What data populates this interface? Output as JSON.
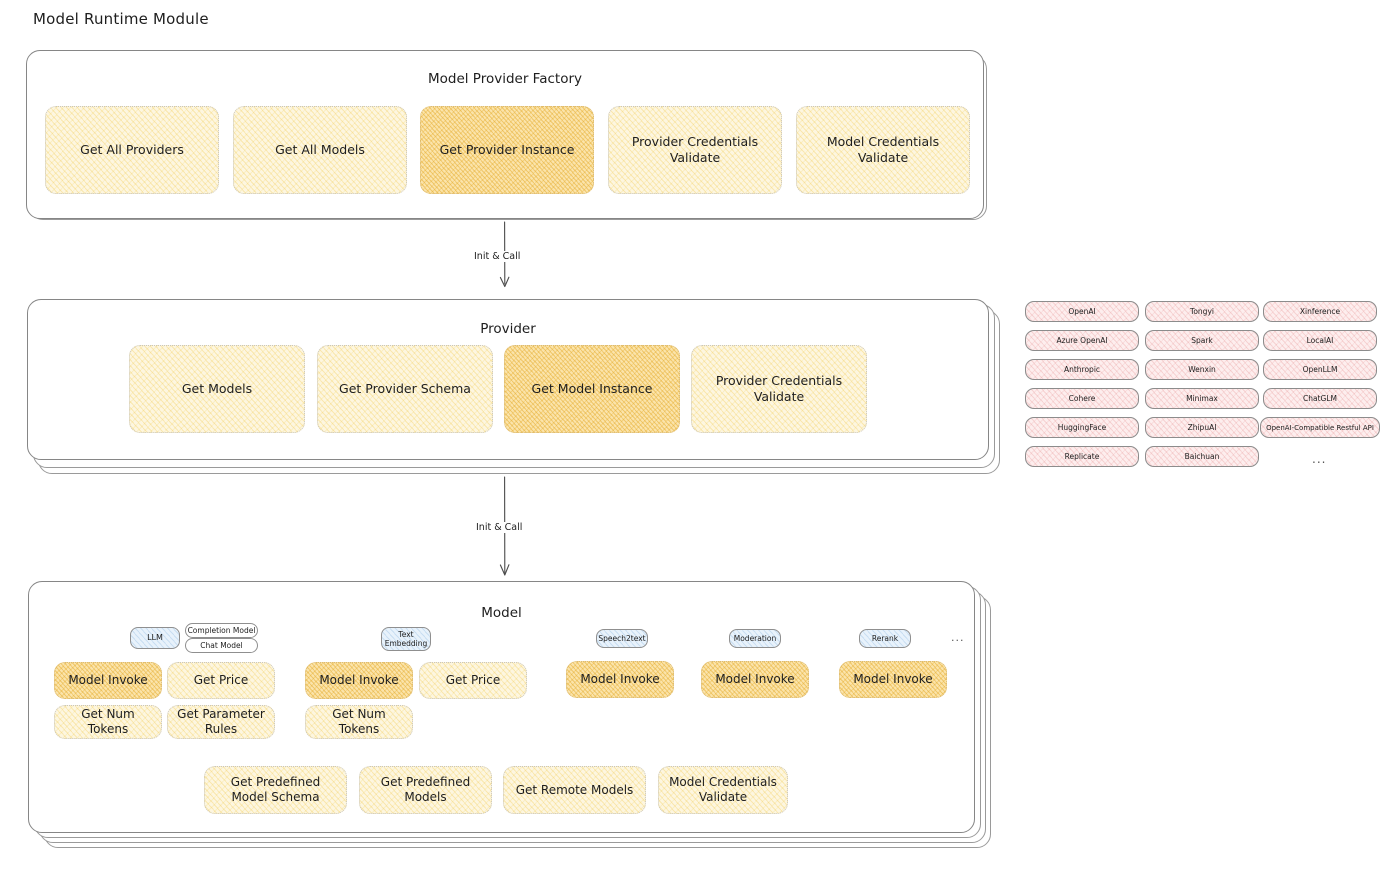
{
  "page": {
    "title": "Model Runtime Module",
    "background": "#ffffff",
    "accent_yellow": "#fdf6e0",
    "accent_yellow_strong": "#fbe4ab",
    "accent_blue": "#e8f2fb",
    "accent_pink": "#fdeeee",
    "stroke": "#868686"
  },
  "layers": {
    "factory": {
      "title": "Model Provider Factory",
      "nodes": [
        {
          "label": "Get All Providers",
          "highlighted": false
        },
        {
          "label": "Get All Models",
          "highlighted": false
        },
        {
          "label": "Get Provider Instance",
          "highlighted": true
        },
        {
          "label": "Provider Credentials Validate",
          "highlighted": false
        },
        {
          "label": "Model Credentials Validate",
          "highlighted": false
        }
      ]
    },
    "provider": {
      "title": "Provider",
      "stacked_copies": 2,
      "nodes": [
        {
          "label": "Get Models",
          "highlighted": false
        },
        {
          "label": "Get Provider Schema",
          "highlighted": false
        },
        {
          "label": "Get Model Instance",
          "highlighted": true
        },
        {
          "label": "Provider Credentials Validate",
          "highlighted": false
        }
      ]
    },
    "model": {
      "title": "Model",
      "stacked_copies": 3,
      "ellipsis": "...",
      "types": [
        {
          "badge": "LLM",
          "sub_badges": [
            "Completion Model",
            "Chat Model"
          ],
          "operations": [
            "Model Invoke",
            "Get Price",
            "Get Num Tokens",
            "Get Parameter Rules"
          ],
          "highlighted_operation": "Model Invoke"
        },
        {
          "badge": "Text Embedding",
          "sub_badges": [],
          "operations": [
            "Model Invoke",
            "Get Price",
            "Get Num Tokens"
          ],
          "highlighted_operation": "Model Invoke"
        },
        {
          "badge": "Speech2text",
          "sub_badges": [],
          "operations": [
            "Model Invoke"
          ],
          "highlighted_operation": "Model Invoke"
        },
        {
          "badge": "Moderation",
          "sub_badges": [],
          "operations": [
            "Model Invoke"
          ],
          "highlighted_operation": "Model Invoke"
        },
        {
          "badge": "Rerank",
          "sub_badges": [],
          "operations": [
            "Model Invoke"
          ],
          "highlighted_operation": "Model Invoke"
        }
      ],
      "shared_operations": [
        "Get Predefined Model Schema",
        "Get Predefined Models",
        "Get Remote Models",
        "Model Credentials Validate"
      ]
    }
  },
  "connectors": [
    {
      "label": "Init & Call",
      "from": "factory",
      "to": "provider"
    },
    {
      "label": "Init & Call",
      "from": "provider",
      "to": "model"
    }
  ],
  "provider_list": {
    "ellipsis": "...",
    "columns": [
      [
        "OpenAI",
        "Azure OpenAI",
        "Anthropic",
        "Cohere",
        "HuggingFace",
        "Replicate"
      ],
      [
        "Tongyi",
        "Spark",
        "Wenxin",
        "Minimax",
        "ZhipuAI",
        "Baichuan"
      ],
      [
        "Xinference",
        "LocalAI",
        "OpenLLM",
        "ChatGLM",
        "OpenAI-Compatible Restful API"
      ]
    ]
  }
}
